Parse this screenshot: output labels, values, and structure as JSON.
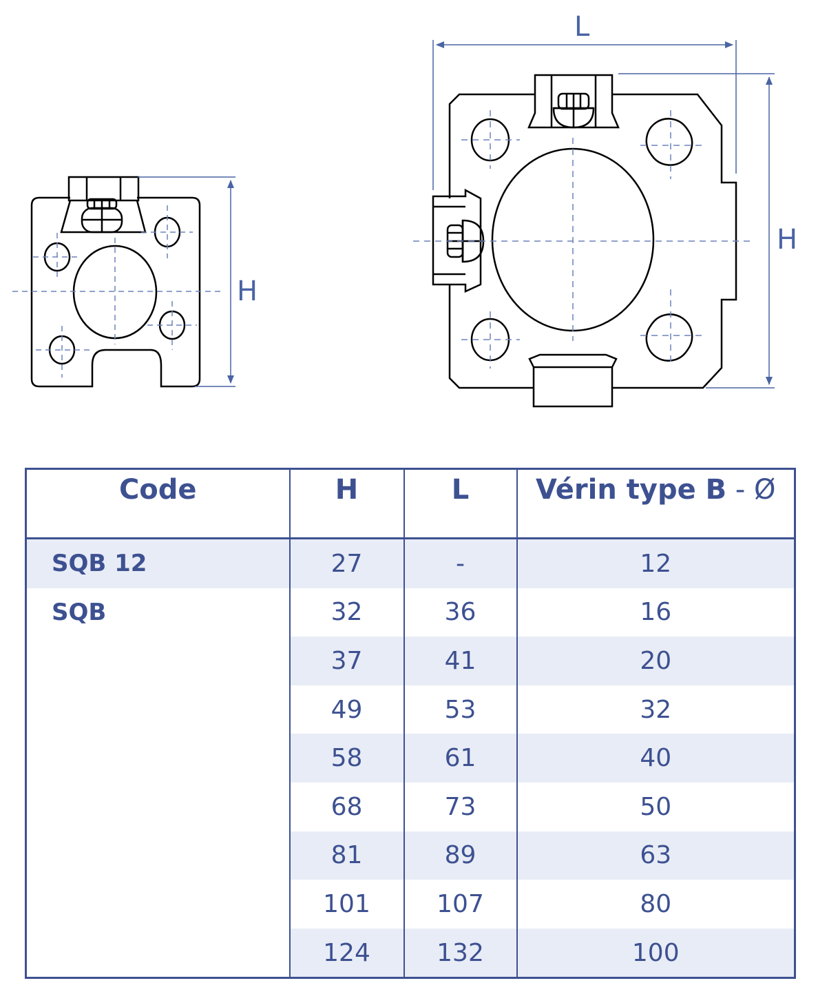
{
  "drawing": {
    "small_view": {
      "dim_label_height": "H"
    },
    "large_view": {
      "dim_label_length": "L",
      "dim_label_height": "H"
    }
  },
  "table": {
    "headers": {
      "code": "Code",
      "h": "H",
      "l": "L",
      "verin_main": "Vérin type B",
      "verin_suffix": " - Ø"
    },
    "rows": [
      {
        "code": "SQB 12",
        "h": "27",
        "l": "-",
        "verin": "12"
      },
      {
        "code": "SQB",
        "h": "32",
        "l": "36",
        "verin": "16"
      },
      {
        "code": "",
        "h": "37",
        "l": "41",
        "verin": "20"
      },
      {
        "code": "",
        "h": "49",
        "l": "53",
        "verin": "32"
      },
      {
        "code": "",
        "h": "58",
        "l": "61",
        "verin": "40"
      },
      {
        "code": "",
        "h": "68",
        "l": "73",
        "verin": "50"
      },
      {
        "code": "",
        "h": "81",
        "l": "89",
        "verin": "63"
      },
      {
        "code": "",
        "h": "101",
        "l": "107",
        "verin": "80"
      },
      {
        "code": "",
        "h": "124",
        "l": "132",
        "verin": "100"
      }
    ]
  },
  "colors": {
    "accent": "#3d5191",
    "dimension": "#4a64a4",
    "row_shade": "#e8ecf6",
    "drawing_line": "#000000"
  }
}
